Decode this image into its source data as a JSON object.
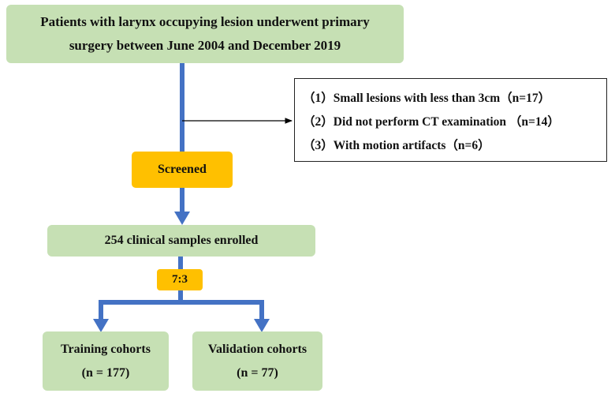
{
  "nodes": {
    "top": {
      "line1": "Patients with larynx occupying lesion underwent primary",
      "line2": "surgery  between June 2004 and December 2019"
    },
    "screened": "Screened",
    "enrolled": "254 clinical samples enrolled",
    "ratio": "7:3",
    "training": {
      "label": "Training cohorts",
      "count": "(n = 177)"
    },
    "validation": {
      "label": "Validation cohorts",
      "count": "(n = 77)"
    }
  },
  "exclusions": [
    "（1）Small lesions with less than 3cm（n=17）",
    "（2）Did not perform CT examination （n=14）",
    "（3）With motion artifacts（n=6）"
  ],
  "colors": {
    "box_green": "#c6e0b4",
    "box_orange": "#ffc000",
    "arrow_blue": "#4472c4",
    "connector": "#000000"
  }
}
